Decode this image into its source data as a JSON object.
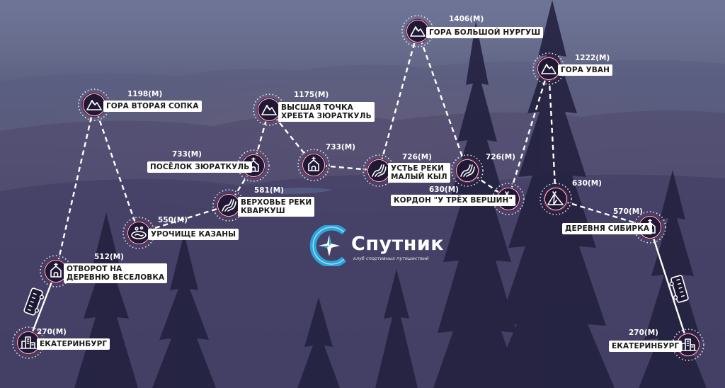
{
  "colors": {
    "accent": "#7a1f4d",
    "line": "#ffffff",
    "logo_blue": "#2aa6dc",
    "label_bg": "#ffffff",
    "label_text": "#1c1c1c"
  },
  "logo": {
    "name": "Спутник",
    "tagline": "клуб спортивных путешествий"
  },
  "points": [
    {
      "id": "ekb-start",
      "icon": "city-icon",
      "altitude": "270(М)",
      "label": [
        "ЕКАТЕРИНБУРГ"
      ]
    },
    {
      "id": "veselovka",
      "icon": "church-icon",
      "altitude": "512(М)",
      "label": [
        "ОТВОРОТ НА",
        "ДЕРЕВНЮ ВЕСЕЛОВКА"
      ]
    },
    {
      "id": "vtoraya-sopka",
      "icon": "mountain-icon",
      "altitude": "1198(М)",
      "label": [
        "ГОРА ВТОРАЯ СОПКА"
      ]
    },
    {
      "id": "kazany",
      "icon": "pond-icon",
      "altitude": "550(М)",
      "label": [
        "УРОЧИЩЕ КАЗАНЫ"
      ]
    },
    {
      "id": "kvarkush",
      "icon": "river-icon",
      "altitude": "581(М)",
      "label": [
        "ВЕРХОВЬЕ РЕКИ",
        "КВАРКУШ"
      ]
    },
    {
      "id": "zyuratkul-village",
      "icon": "church-icon",
      "altitude": "733(М)",
      "label": [
        "ПОСЁЛОК ЗЮРАТКУЛЬ"
      ]
    },
    {
      "id": "zyuratkul-peak",
      "icon": "mountain-icon",
      "altitude": "1175(М)",
      "label": [
        "ВЫСШАЯ ТОЧКА",
        "ХРЕБТА ЗЮРАТКУЛЬ"
      ]
    },
    {
      "id": "village-733",
      "icon": "church-icon",
      "altitude": "733(М)",
      "label": []
    },
    {
      "id": "maly-kyl",
      "icon": "river-icon",
      "altitude": "726(М)",
      "label": [
        "УСТЬЕ РЕКИ",
        "МАЛЫЙ КЫЛ"
      ]
    },
    {
      "id": "nurgush",
      "icon": "mountain-icon",
      "altitude": "1406(М)",
      "label": [
        "ГОРА БОЛЬШОЙ НУРГУШ"
      ]
    },
    {
      "id": "river-726",
      "icon": "river-icon",
      "altitude": "726(М)",
      "label": []
    },
    {
      "id": "tri-vershiny",
      "icon": "tent-icon",
      "altitude": "630(М)",
      "label": [
        "КОРДОН \"У ТРЁХ ВЕРШИН\""
      ]
    },
    {
      "id": "uvan",
      "icon": "mountain-icon",
      "altitude": "1222(М)",
      "label": [
        "ГОРА УВАН"
      ]
    },
    {
      "id": "camp-630",
      "icon": "tent-icon",
      "altitude": "630(М)",
      "label": []
    },
    {
      "id": "sibirka",
      "icon": "church-icon",
      "altitude": "570(М)",
      "label": [
        "ДЕРЕВНЯ СИБИРКА"
      ]
    },
    {
      "id": "ekb-end",
      "icon": "city-icon",
      "altitude": "270(М)",
      "label": [
        "ЕКАТЕРИНБУРГ"
      ]
    }
  ],
  "segments": [
    {
      "from": "ekb-start",
      "to": "veselovka",
      "style": "solid"
    },
    {
      "from": "veselovka",
      "to": "vtoraya-sopka",
      "style": "dashed"
    },
    {
      "from": "vtoraya-sopka",
      "to": "kazany",
      "style": "dashed"
    },
    {
      "from": "kazany",
      "to": "kvarkush",
      "style": "dashed"
    },
    {
      "from": "kvarkush",
      "to": "zyuratkul-village",
      "style": "dashed"
    },
    {
      "from": "zyuratkul-village",
      "to": "zyuratkul-peak",
      "style": "dashed"
    },
    {
      "from": "zyuratkul-peak",
      "to": "village-733",
      "style": "dashed"
    },
    {
      "from": "village-733",
      "to": "maly-kyl",
      "style": "dashed"
    },
    {
      "from": "maly-kyl",
      "to": "nurgush",
      "style": "dashed"
    },
    {
      "from": "nurgush",
      "to": "river-726",
      "style": "dashed"
    },
    {
      "from": "river-726",
      "to": "tri-vershiny",
      "style": "dashed"
    },
    {
      "from": "tri-vershiny",
      "to": "uvan",
      "style": "dashed"
    },
    {
      "from": "uvan",
      "to": "camp-630",
      "style": "dashed"
    },
    {
      "from": "camp-630",
      "to": "sibirka",
      "style": "dashed"
    },
    {
      "from": "sibirka",
      "to": "ekb-end",
      "style": "solid"
    }
  ],
  "buses": [
    {
      "id": "bus-left",
      "on": "ekb-start-veselovka"
    },
    {
      "id": "bus-right",
      "on": "sibirka-ekb-end"
    }
  ]
}
